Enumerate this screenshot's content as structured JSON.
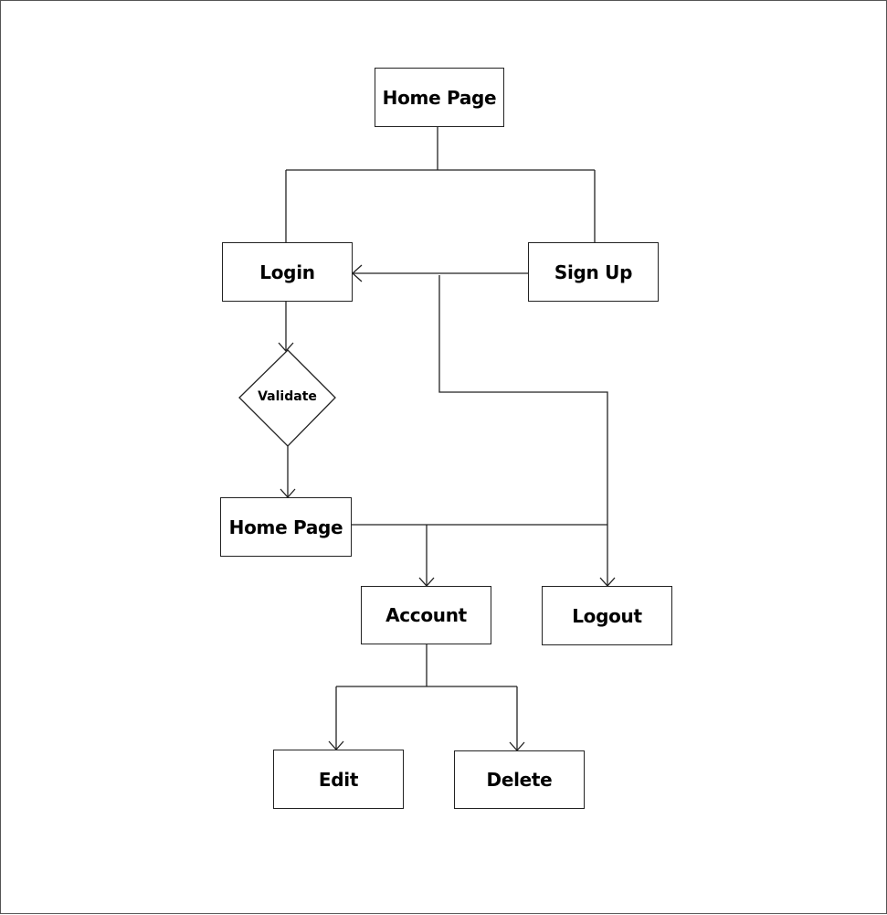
{
  "diagram": {
    "nodes": {
      "home_top": "Home Page",
      "login": "Login",
      "sign_up": "Sign Up",
      "validate": "Validate",
      "home_second": "Home Page",
      "account": "Account",
      "logout": "Logout",
      "edit": "Edit",
      "delete": "Delete"
    },
    "colors": {
      "line": "#222222",
      "background": "#ffffff",
      "text": "#000000"
    }
  }
}
